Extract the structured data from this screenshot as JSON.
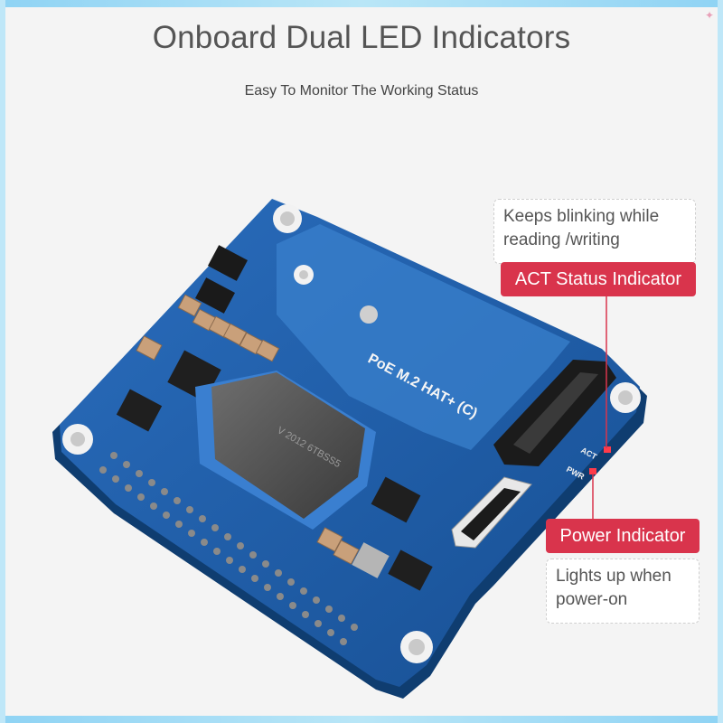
{
  "title": "Onboard Dual LED Indicators",
  "subtitle": "Easy To Monitor The Working Status",
  "board": {
    "label": "PoE M.2 HAT+ (C)",
    "act_label": "ACT",
    "pwr_label": "PWR"
  },
  "annotations": {
    "act_description": "Keeps blinking while reading /writing",
    "act_tag": "ACT Status Indicator",
    "pwr_tag": "Power Indicator",
    "pwr_description": "Lights up when power-on"
  },
  "colors": {
    "board_blue": "#1d5fa8",
    "tag_red": "#d9344c",
    "led_red": "#ff3b4a"
  }
}
